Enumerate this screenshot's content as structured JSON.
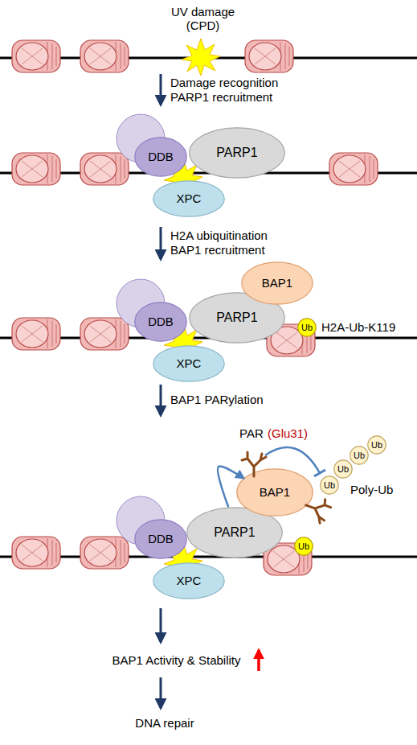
{
  "diagram": {
    "nodes": [
      {
        "text": [
          "DDB"
        ]
      },
      {
        "text": [
          "PARP1"
        ]
      },
      {
        "text": [
          "XPC"
        ]
      },
      {
        "text": [
          "BAP1"
        ]
      },
      {
        "text": [
          "DDB"
        ]
      },
      {
        "text": [
          "PARP1"
        ]
      },
      {
        "text": [
          "Ub"
        ]
      },
      {
        "text": [
          "XPC"
        ]
      },
      {
        "text": [
          "BAP1"
        ]
      },
      {
        "text": [
          "Ub"
        ]
      },
      {
        "text": [
          "Ub"
        ]
      },
      {
        "text": [
          "Ub"
        ]
      },
      {
        "text": [
          "Ub"
        ]
      },
      {
        "text": [
          "DDB"
        ]
      },
      {
        "text": [
          "PARP1"
        ]
      },
      {
        "text": [
          "Ub"
        ]
      },
      {
        "text": [
          "XPC"
        ]
      }
    ],
    "edges": [
      {
        "from": 14,
        "to": 8,
        "arrow": "to"
      }
    ],
    "labels": [
      "UV damage (CPD)",
      "Damage recognition",
      "PARP1 recruitment",
      "H2A ubiquitination",
      "BAP1 recruitment",
      "H2A-Ub-K119",
      "BAP1 PARylation",
      "PAR",
      "(Glu31)",
      "Poly-Ub",
      "BAP1 Activity & Stability",
      "DNA repair"
    ]
  }
}
